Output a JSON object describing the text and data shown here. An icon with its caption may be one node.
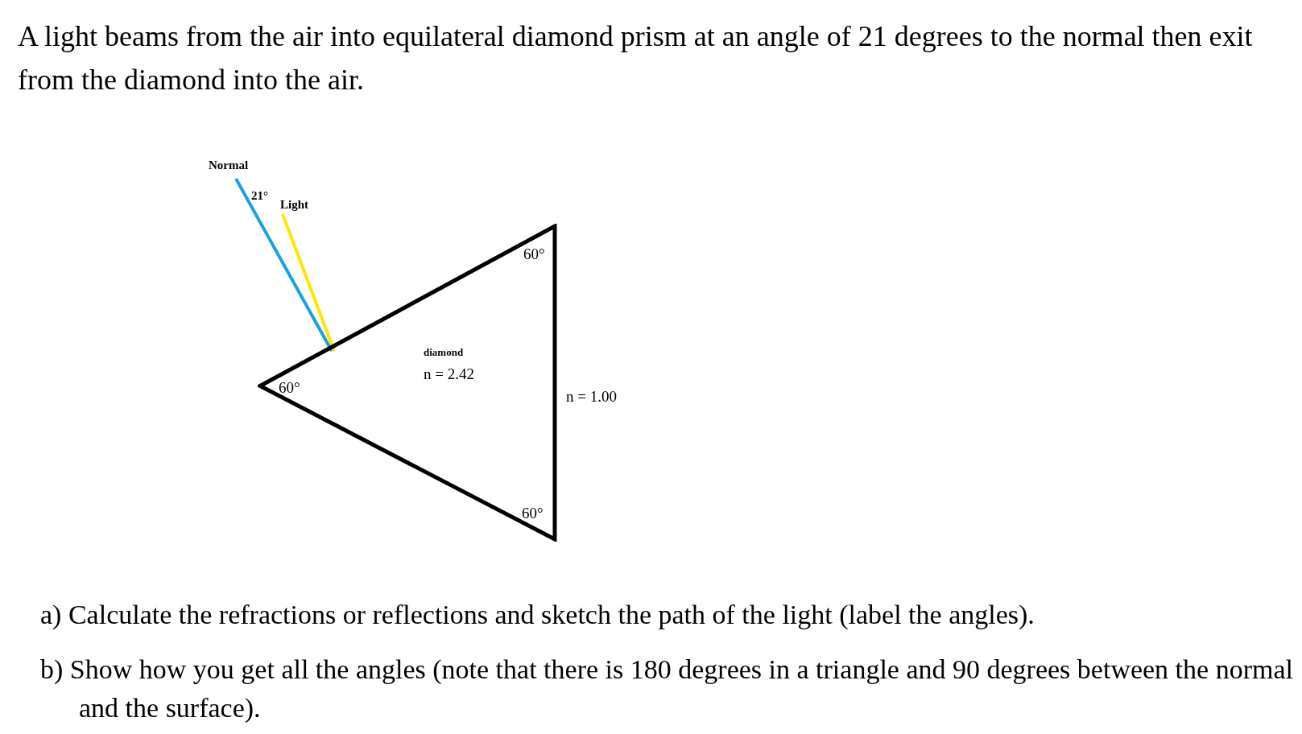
{
  "diagram": {
    "title": "A light beams from the air into equilateral diamond prism at an angle of 21 degrees to the normal then exit from the diamond into the air.",
    "nodes": [
      {
        "text": [
          "diamond",
          "n = 2.42"
        ]
      }
    ],
    "labels": [
      "Normal",
      "21°",
      "Light",
      "60°",
      "60°",
      "n = 1.00",
      "60°",
      "a) Calculate the refractions or reflections and sketch the path of the light (label the angles).",
      "b) Show how you get all the angles (note that there is 180 degrees in a triangle and 90 degrees between the normal and the surface)."
    ]
  }
}
